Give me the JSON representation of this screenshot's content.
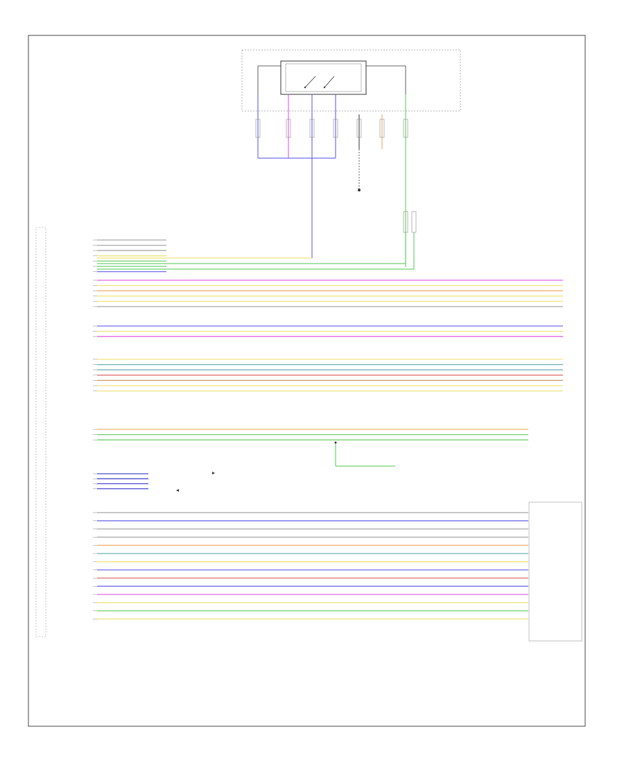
{
  "diagram": {
    "footer_code": "",
    "block_labels": {
      "top_relay_block": "",
      "top_right_note": "",
      "ground_point": "",
      "shift_solenoid": "",
      "pcm_name": "",
      "transmission_name": ""
    },
    "colors": {
      "border": "#444444",
      "blue_wire": "#6f6fe8",
      "green_wire": "#6fd06f",
      "yellow_wire": "#f0e47a",
      "magenta_wire": "#e266e2",
      "orange_wire": "#f0b070",
      "teal_wire": "#6fb0b0",
      "red_wire": "#e07070",
      "brown_wire": "#c89870",
      "gray_wire": "#a8a8a8",
      "navy_wire": "#4a4ad0"
    },
    "wire_groups": [
      {
        "name": "power-group",
        "wires": [
          "gray_wire",
          "gray_wire",
          "gray_wire",
          "yellow_wire",
          "green_wire",
          "green_wire",
          "blue_wire"
        ]
      },
      {
        "name": "sensor-group-a",
        "wires": [
          "magenta_wire",
          "yellow_wire",
          "orange_wire",
          "yellow_wire",
          "yellow_wire",
          "gray_wire"
        ]
      },
      {
        "name": "sensor-group-b",
        "wires": [
          "blue_wire",
          "yellow_wire",
          "magenta_wire"
        ]
      },
      {
        "name": "sensor-group-c",
        "wires": [
          "yellow_wire",
          "teal_wire",
          "teal_wire",
          "red_wire",
          "brown_wire",
          "yellow_wire",
          "yellow_wire"
        ]
      },
      {
        "name": "shift-group",
        "wires": [
          "orange_wire",
          "green_wire",
          "green_wire"
        ]
      },
      {
        "name": "can-group",
        "wires": [
          "navy_wire",
          "navy_wire",
          "navy_wire",
          "navy_wire"
        ]
      },
      {
        "name": "trans-group",
        "wires": [
          "gray_wire",
          "blue_wire",
          "gray_wire",
          "gray_wire",
          "orange_wire",
          "teal_wire",
          "yellow_wire",
          "blue_wire",
          "red_wire",
          "blue_wire",
          "magenta_wire",
          "yellow_wire",
          "green_wire",
          "yellow_wire"
        ]
      }
    ]
  }
}
